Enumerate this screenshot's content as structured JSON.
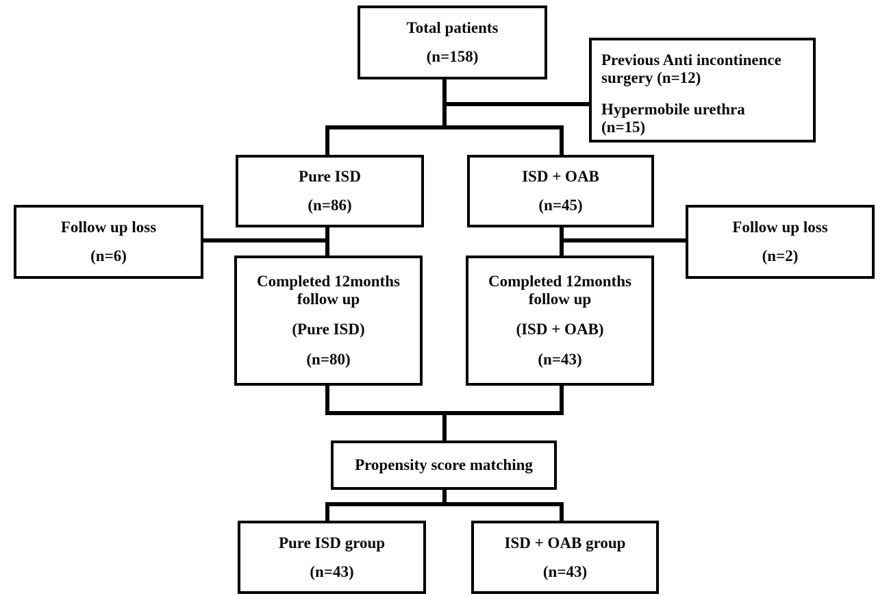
{
  "figure": {
    "kind": "patient-flow-diagram",
    "colors": {
      "background": "#ffffff",
      "line": "#000000",
      "text": "#0b0b0b"
    }
  },
  "boxes": {
    "total": {
      "lines": [
        "Total patients",
        "(n=158)"
      ]
    },
    "exclusions": {
      "para1": [
        "Previous Anti incontinence",
        "surgery (n=12)"
      ],
      "para2": [
        "Hypermobile urethra",
        "(n=15)"
      ]
    },
    "pure_isd": {
      "lines": [
        "Pure ISD",
        "(n=86)"
      ]
    },
    "isd_oab": {
      "lines": [
        "ISD + OAB",
        "(n=45)"
      ]
    },
    "follow_up_loss_pure": {
      "lines": [
        "Follow up loss",
        "(n=6)"
      ]
    },
    "follow_up_loss_oab": {
      "lines": [
        "Follow up loss",
        "(n=2)"
      ]
    },
    "completed_pure": {
      "para1": [
        "Completed 12months",
        "follow up"
      ],
      "para2": "(Pure ISD)",
      "para3": "(n=80)"
    },
    "completed_oab": {
      "para1": [
        "Completed 12months",
        "follow up"
      ],
      "para2": "(ISD + OAB)",
      "para3": "(n=43)"
    },
    "propensity": {
      "lines": [
        "Propensity score matching"
      ]
    },
    "group_pure": {
      "lines": [
        "Pure ISD group",
        "(n=43)"
      ]
    },
    "group_oab": {
      "lines": [
        "ISD + OAB group",
        "(n=43)"
      ]
    }
  }
}
